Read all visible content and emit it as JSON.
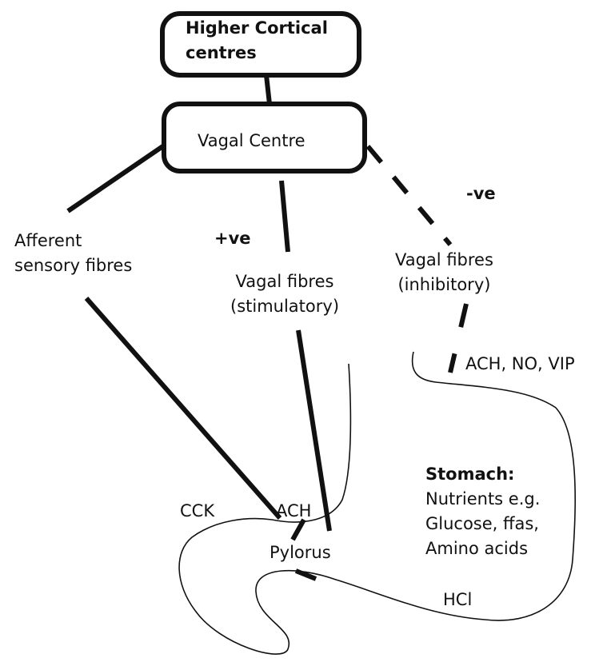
{
  "nodes": {
    "higher_cortical": "Higher Cortical centres",
    "higher_cortical_line1": "Higher Cortical",
    "higher_cortical_line2": "centres",
    "vagal_centre": "Vagal Centre"
  },
  "labels": {
    "afferent_line1": "Afferent",
    "afferent_line2": "sensory fibres",
    "plus_ve": "+ve",
    "minus_ve": "-ve",
    "stim_line1": "Vagal fibres",
    "stim_line2": "(stimulatory)",
    "inhib_line1": "Vagal fibres",
    "inhib_line2": "(inhibitory)",
    "ach_no_vip": "ACH, NO, VIP",
    "cck": "CCK",
    "ach": "ACH",
    "pylorus": "Pylorus",
    "hcl": "HCl"
  },
  "stomach": {
    "heading": "Stomach:",
    "line1": "Nutrients e.g.",
    "line2": "Glucose, ffas,",
    "line3": "Amino acids"
  },
  "colors": {
    "ink": "#111111",
    "background": "#ffffff"
  }
}
